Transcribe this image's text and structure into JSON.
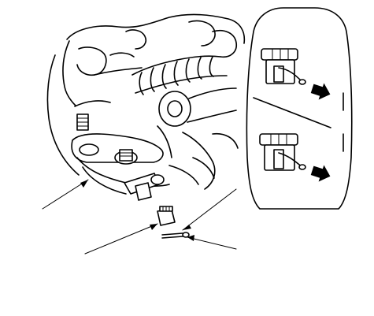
{
  "diagram": {
    "colors": {
      "line": "#000000",
      "background": "#ffffff"
    },
    "callouts": [
      {
        "id": "pointer-lower-arm"
      },
      {
        "id": "pointer-castle-nut"
      },
      {
        "id": "pointer-cotter-pin"
      }
    ],
    "detail_views": [
      {
        "id": "detail-nut-1",
        "arrow": "arrow-right-icon"
      },
      {
        "id": "detail-nut-2",
        "arrow": "arrow-right-icon"
      }
    ]
  }
}
